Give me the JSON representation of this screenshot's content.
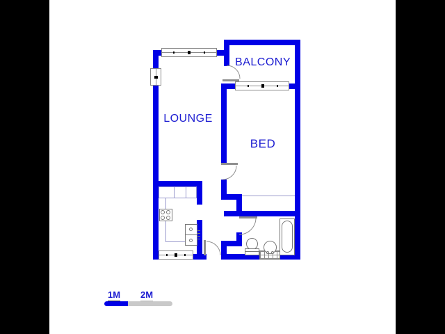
{
  "plan": {
    "title": "apartment-floor-plan",
    "rooms": [
      {
        "id": "lounge",
        "label": "LOUNGE"
      },
      {
        "id": "bed",
        "label": "BED"
      },
      {
        "id": "balcony",
        "label": "BALCONY"
      }
    ]
  },
  "labels": {
    "lounge": "LOUNGE",
    "bed": "BED",
    "balcony": "BALCONY"
  },
  "scale_bar": {
    "label_1m": "1M",
    "label_2m": "2M"
  },
  "fixtures": [
    "stove",
    "kitchen-sink",
    "kitchen-counter",
    "toilet",
    "basin",
    "vanity",
    "bathtub"
  ],
  "windows_count": 4,
  "doors_count": 4,
  "colors": {
    "wall": "#0000e6",
    "text": "#1b1bd1",
    "winframe": "#8a8a8a",
    "door": "#8f8f8f",
    "fixture": "#777777",
    "counter": "#9999cc",
    "scale-blue": "#0000e6",
    "scale-gray": "#c9c9c9",
    "background": "#ffffff",
    "frame": "#000000"
  }
}
